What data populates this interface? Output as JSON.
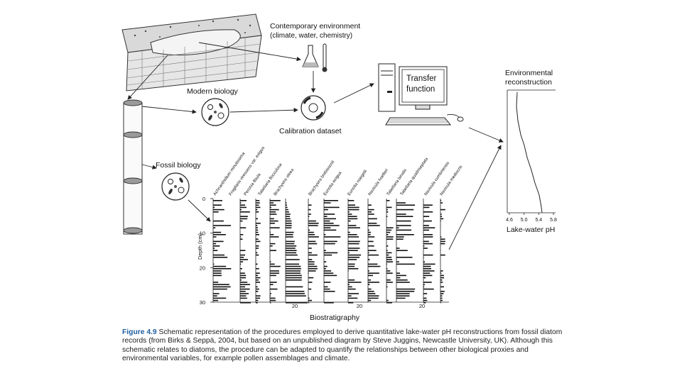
{
  "labels": {
    "contemporary_title": "Contemporary environment",
    "contemporary_sub": "(climate, water, chemistry)",
    "modern_biology": "Modern biology",
    "calibration": "Calibration dataset",
    "transfer_1": "Transfer",
    "transfer_2": "function",
    "env_1": "Environmental",
    "env_2": "reconstruction",
    "fossil_biology": "Fossil biology",
    "biostratigraphy": "Biostratigraphy",
    "depth_axis": "Depth (cm)",
    "ph_axis": "Lake-water pH"
  },
  "taxa": [
    "Achnanthidium minutissima",
    "Fragilaria virescens var. exigua",
    "Peronia fibula",
    "Tabellaria flocculosa",
    "Brachysira vitrea",
    "Brachysira brebissonii",
    "Eunotia exigua",
    "Eunotia naegelii",
    "Navicula hoefleri",
    "Tabellaria binalis",
    "Tabellaria quadriseptata",
    "Navicula cumbriensis",
    "Navicula mediocris"
  ],
  "depth_ticks": [
    "0",
    "10",
    "20",
    "30"
  ],
  "scale_ticks": [
    "20",
    "20",
    "20"
  ],
  "ph_ticks": [
    "4.6",
    "5.0",
    "5.4",
    "5.8"
  ],
  "caption": {
    "label": "Figure 4.9",
    "text": "Schematic representation of the procedures employed to derive quantitative lake-water pH reconstructions from fossil diatom records (from Birks & Seppä, 2004, but based on an unpublished diagram by Steve Juggins, Newcastle University, UK). Although this schematic relates to diatoms, the procedure can be adapted to quantify the relationships between other biological proxies and environmental variables, for example pollen assemblages and climate."
  }
}
